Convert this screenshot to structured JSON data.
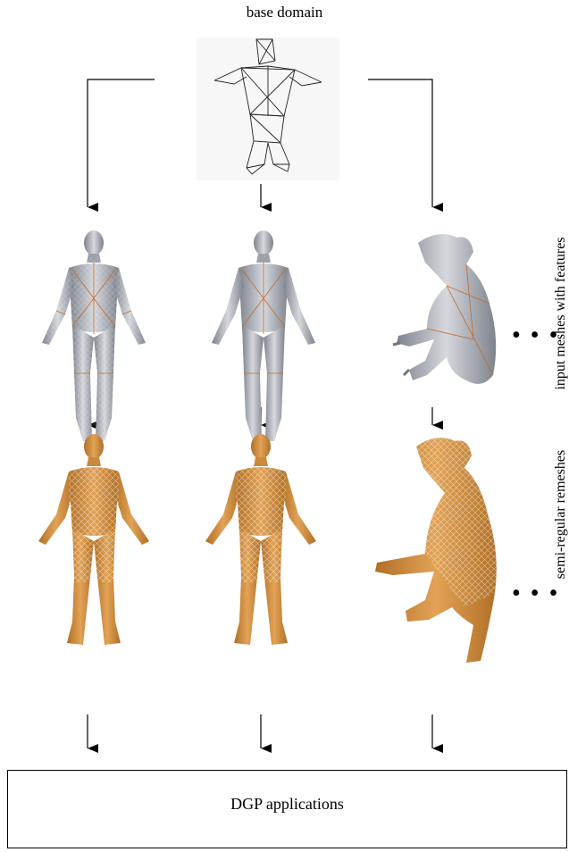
{
  "title": "base domain",
  "rows": {
    "input": {
      "label": "input meshes with features"
    },
    "remesh": {
      "label": "semi-regular remeshes"
    }
  },
  "ellipsis": "• • •",
  "bottom_box": {
    "label": "DGP applications"
  },
  "colors": {
    "mesh_gray": "#b9bcc3",
    "mesh_shadow": "#6f7480",
    "feature_line": "#c56a2a",
    "remesh_orange": "#c98a3c",
    "remesh_dark": "#8a5a22"
  }
}
